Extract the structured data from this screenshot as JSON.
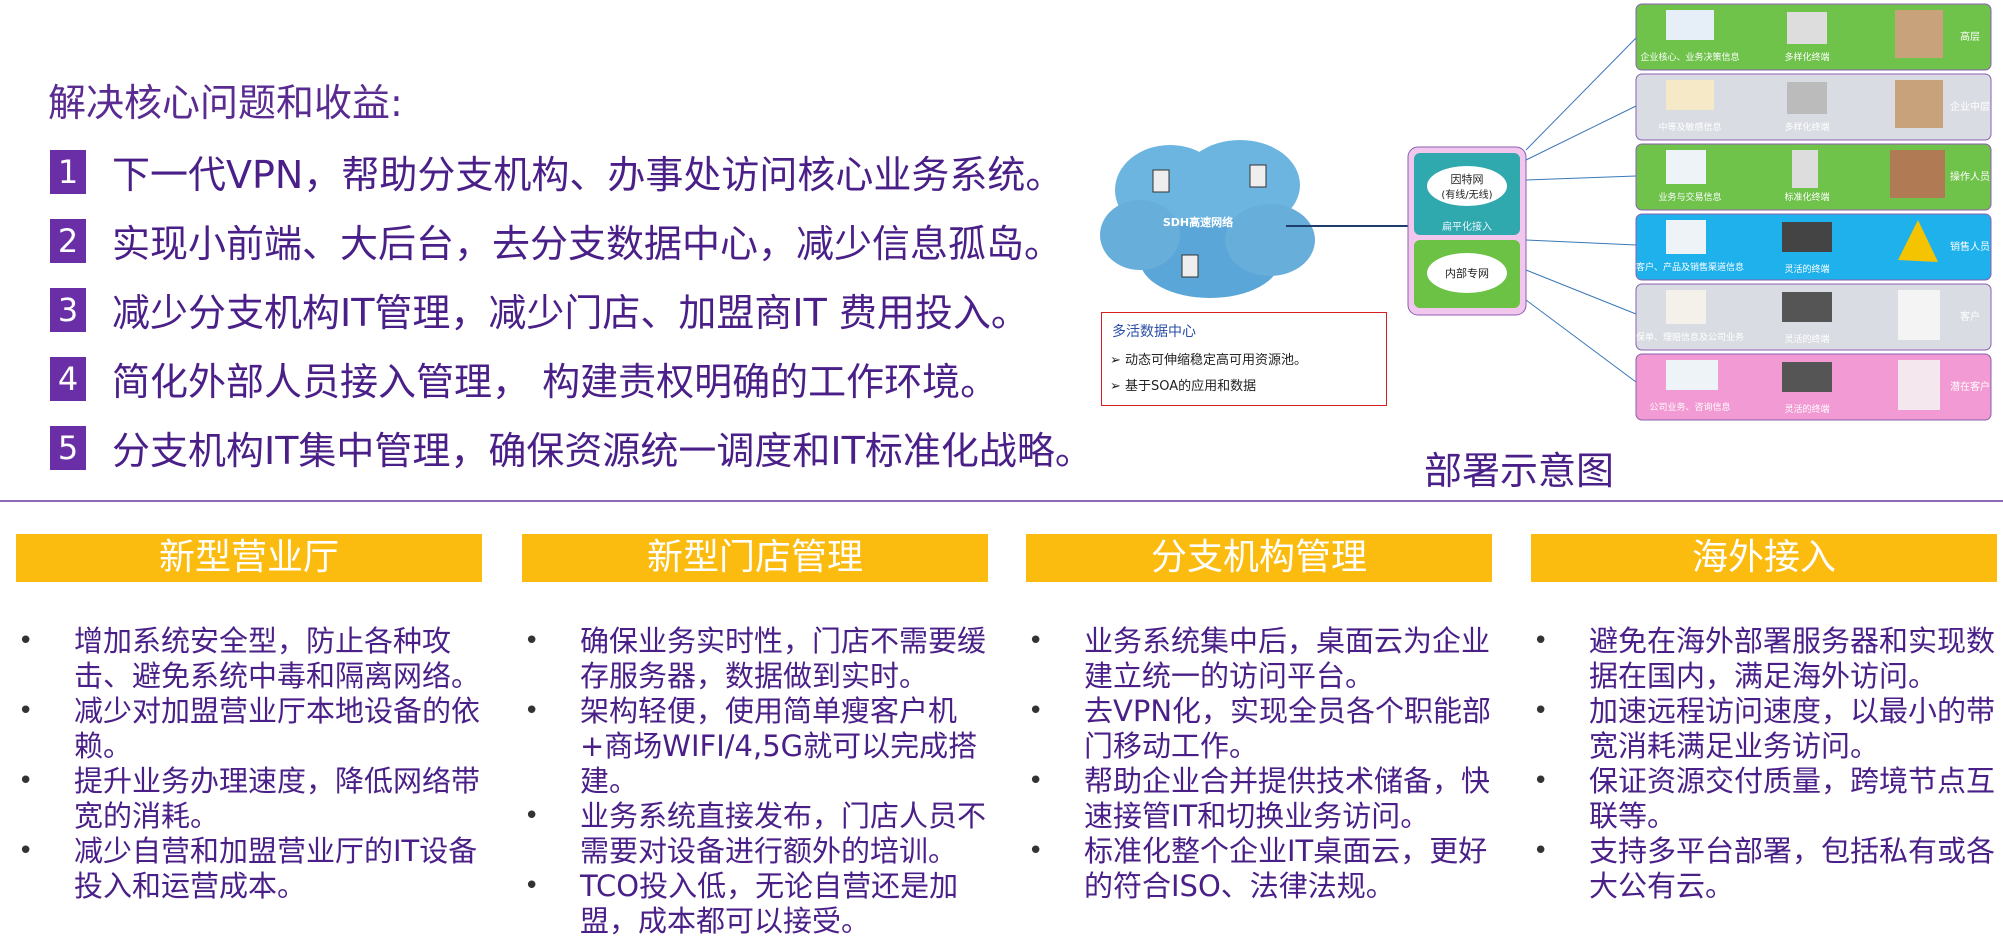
{
  "heading": "解决核心问题和收益:",
  "key_points": [
    {
      "num": "1",
      "text": "下一代VPN，帮助分支机构、办事处访问核心业务系统。"
    },
    {
      "num": "2",
      "text": "实现小前端、大后台，去分支数据中心，减少信息孤岛。"
    },
    {
      "num": "3",
      "text": "减少分支机构IT管理，减少门店、加盟商IT 费用投入。"
    },
    {
      "num": "4",
      "text": "简化外部人员接入管理， 构建责权明确的工作环境。"
    },
    {
      "num": "5",
      "text": "分支机构IT集中管理，确保资源统一调度和IT标准化战略。"
    }
  ],
  "diagram": {
    "title": "部署示意图",
    "cloud_label": "SDH高速网络",
    "internet_label": "因特网",
    "internet_sub": "(有线/无线)",
    "flat_access": "扁平化接入",
    "private_net": "内部专网",
    "dc_title": "多活数据中心",
    "dc_items": [
      "动态可伸缩稳定高可用资源池。",
      "基于SOA的应用和数据"
    ],
    "rows": [
      {
        "left_label": "企业核心、业务决策信息",
        "mid_label": "多样化终端",
        "side": "高层",
        "color": "#6fc24a"
      },
      {
        "left_label": "中等及敏感信息",
        "mid_label": "多样化终端",
        "side": "企业中层",
        "color": "#d9dce2"
      },
      {
        "left_label": "业务与交易信息",
        "mid_label": "标准化终端",
        "side": "操作人员",
        "color": "#6fc24a"
      },
      {
        "left_label": "客户、产品及销售渠道信息",
        "mid_label": "灵活的终端",
        "side": "销售人员",
        "color": "#1fb1ec"
      },
      {
        "left_label": "保单、理赔信息及公司业务",
        "mid_label": "灵活的终端",
        "side": "客户",
        "color": "#d9dce2"
      },
      {
        "left_label": "公司业务、咨询信息",
        "mid_label": "灵活的终端",
        "side": "潜在客户",
        "color": "#f29ad3"
      }
    ]
  },
  "columns": [
    {
      "title": "新型营业厅",
      "items": [
        "增加系统安全型，防止各种攻击、避免系统中毒和隔离网络。",
        "减少对加盟营业厅本地设备的依赖。",
        "提升业务办理速度，降低网络带宽的消耗。",
        "减少自营和加盟营业厅的IT设备投入和运营成本。"
      ]
    },
    {
      "title": "新型门店管理",
      "items": [
        "确保业务实时性，门店不需要缓存服务器，数据做到实时。",
        "架构轻便，使用简单瘦客户机+商场WIFI/4,5G就可以完成搭建。",
        "业务系统直接发布，门店人员不需要对设备进行额外的培训。",
        "TCO投入低，无论自营还是加盟，成本都可以接受。"
      ]
    },
    {
      "title": "分支机构管理",
      "items": [
        "业务系统集中后，桌面云为企业建立统一的访问平台。",
        "去VPN化，实现全员各个职能部门移动工作。",
        "帮助企业合并提供技术储备，快速接管IT和切换业务访问。",
        "标准化整个企业IT桌面云，更好的符合ISO、法律法规。"
      ]
    },
    {
      "title": "海外接入",
      "items": [
        "避免在海外部署服务器和实现数据在国内，满足海外访问。",
        "加速远程访问速度，以最小的带宽消耗满足业务访问。",
        "保证资源交付质量，跨境节点互联等。",
        "支持多平台部署，包括私有或各大公有云。"
      ]
    }
  ]
}
